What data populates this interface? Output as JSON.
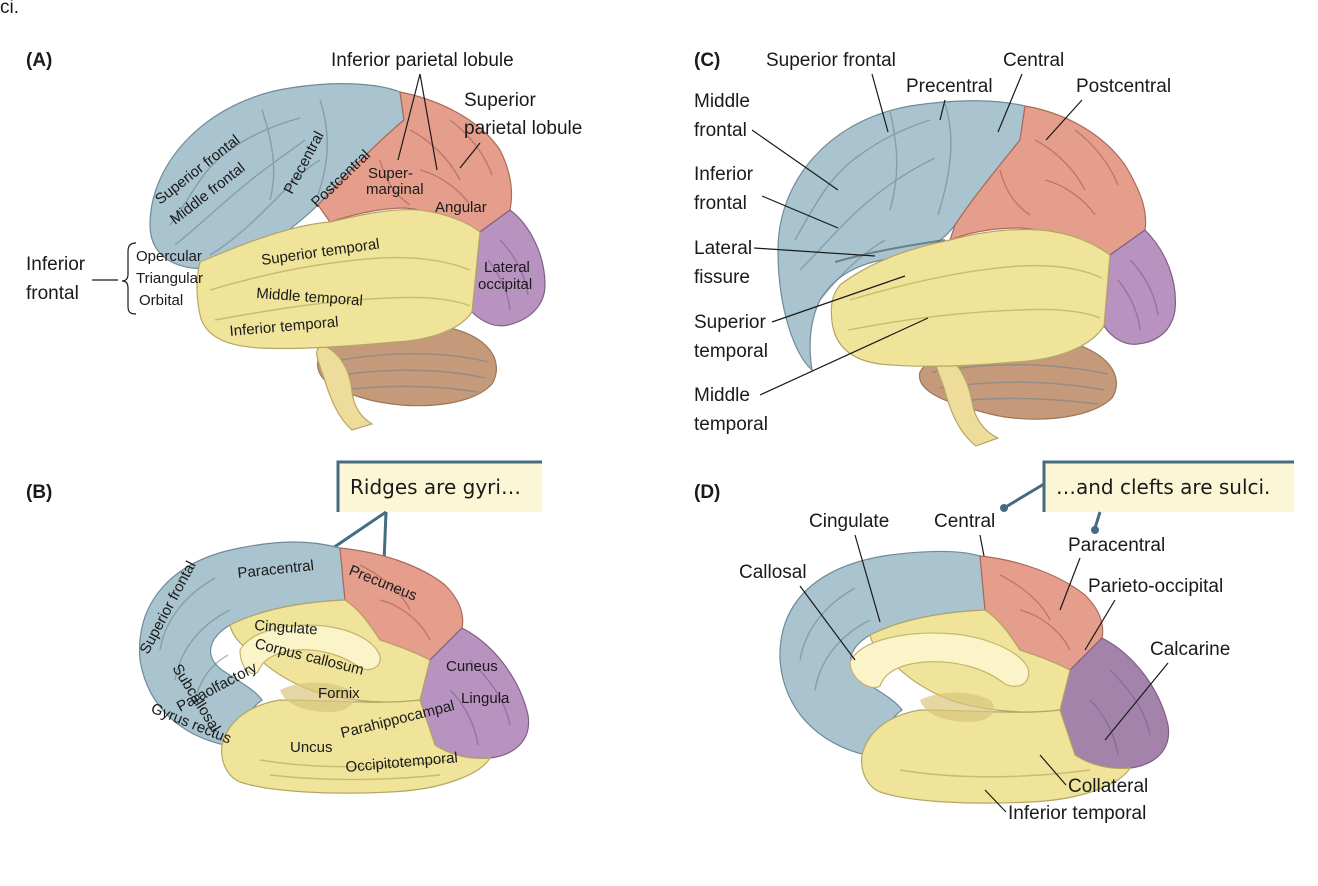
{
  "top_fragment": "ci.",
  "colors": {
    "frontal": "#a9c3cf",
    "parietal": "#e59e8c",
    "temporal": "#efe49a",
    "occipital": "#b993bf",
    "cerebellum": "#c49a7a",
    "callout_bg": "#fbf7d6",
    "callout_border": "#466c82"
  },
  "panel_a": {
    "label": "(A)",
    "labels": {
      "inferior_parietal_lobule": "Inferior parietal lobule",
      "superior_parietal_1": "Superior",
      "superior_parietal_2": "parietal lobule",
      "superior_frontal": "Superior frontal",
      "middle_frontal": "Middle frontal",
      "precentral": "Precentral",
      "postcentral": "Postcentral",
      "supermarginal_1": "Super-",
      "supermarginal_2": "marginal",
      "angular": "Angular",
      "inferior_frontal_1": "Inferior",
      "inferior_frontal_2": "frontal",
      "opercular": "Opercular",
      "triangular": "Triangular",
      "orbital": "Orbital",
      "superior_temporal": "Superior temporal",
      "middle_temporal": "Middle temporal",
      "inferior_temporal": "Inferior temporal",
      "lateral_occipital_1": "Lateral",
      "lateral_occipital_2": "occipital"
    }
  },
  "panel_b": {
    "label": "(B)",
    "callout": "Ridges are gyri…",
    "labels": {
      "superior_frontal": "Superior frontal",
      "paracentral": "Paracentral",
      "precuneus": "Precuneus",
      "cingulate": "Cingulate",
      "corpus_callosum": "Corpus callosum",
      "subcallosal": "Subcallosal",
      "paraolfactory": "Paraolfactory",
      "gyrus_rectus": "Gyrus rectus",
      "fornix": "Fornix",
      "cuneus": "Cuneus",
      "lingula": "Lingula",
      "parahippocampal": "Parahippocampal",
      "uncus": "Uncus",
      "occipitotemporal": "Occipitotemporal"
    }
  },
  "panel_c": {
    "label": "(C)",
    "labels": {
      "superior_frontal": "Superior frontal",
      "central": "Central",
      "precentral": "Precentral",
      "postcentral": "Postcentral",
      "middle_frontal_1": "Middle",
      "middle_frontal_2": "frontal",
      "inferior_frontal_1": "Inferior",
      "inferior_frontal_2": "frontal",
      "lateral_fissure_1": "Lateral",
      "lateral_fissure_2": "fissure",
      "superior_temporal_1": "Superior",
      "superior_temporal_2": "temporal",
      "middle_temporal_1": "Middle",
      "middle_temporal_2": "temporal"
    }
  },
  "panel_d": {
    "label": "(D)",
    "callout": "…and clefts are sulci.",
    "labels": {
      "cingulate": "Cingulate",
      "central": "Central",
      "paracentral": "Paracentral",
      "callosal": "Callosal",
      "parieto_occipital": "Parieto-occipital",
      "calcarine": "Calcarine",
      "collateral": "Collateral",
      "inferior_temporal": "Inferior temporal"
    }
  }
}
